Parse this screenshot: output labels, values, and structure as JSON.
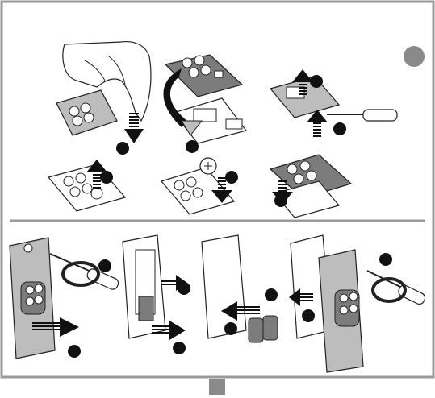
{
  "colors": {
    "frame": "#9a9a9a",
    "step_marker": "#111111",
    "page_marker": "#8a8a8a",
    "remote_body_dark": "#7c7c7c",
    "remote_body_light": "#bdbdbd"
  },
  "panels": {
    "top": {
      "description_icons": [
        "hand-icon",
        "remote-icon",
        "screwdriver-icon",
        "coin-battery-icon",
        "circuit-board-icon"
      ],
      "steps": [
        {
          "marker": "step-marker",
          "icon": "down-arrow-icon"
        },
        {
          "marker": "step-marker",
          "icon": "curved-arrow-icon"
        },
        {
          "marker": "step-marker",
          "icon": "up-arrow-icon"
        },
        {
          "marker": "step-marker",
          "icon": "up-arrow-icon"
        },
        {
          "marker": "step-marker",
          "icon": "down-arrow-icon"
        },
        {
          "marker": "step-marker",
          "icon": "down-arrow-icon"
        }
      ]
    },
    "bottom": {
      "description_icons": [
        "keypad-housing-icon",
        "screwdriver-icon",
        "battery-pack-icon",
        "rotate-arrow-icon"
      ],
      "steps": [
        {
          "marker": "step-marker",
          "icon": "rotate-arrow-icon"
        },
        {
          "marker": "step-marker",
          "icon": "right-arrow-icon"
        },
        {
          "marker": "step-marker",
          "icon": "left-arrow-icon"
        },
        {
          "marker": "step-marker",
          "icon": "rotate-arrow-icon"
        }
      ]
    }
  }
}
